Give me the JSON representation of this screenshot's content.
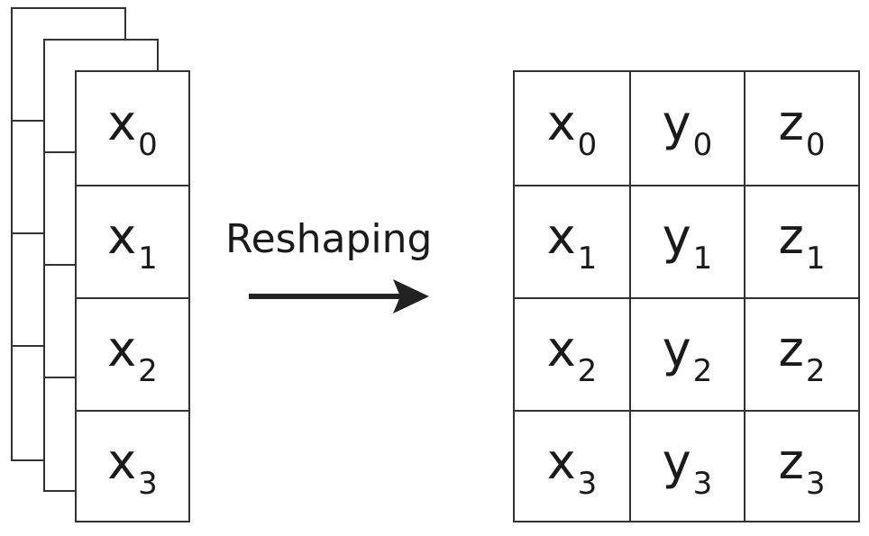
{
  "input_stack": {
    "cells": [
      {
        "var": "x",
        "sub": "0"
      },
      {
        "var": "x",
        "sub": "1"
      },
      {
        "var": "x",
        "sub": "2"
      },
      {
        "var": "x",
        "sub": "3"
      }
    ]
  },
  "operation": {
    "label": "Reshaping"
  },
  "output_grid": {
    "rows": [
      [
        {
          "var": "x",
          "sub": "0"
        },
        {
          "var": "y",
          "sub": "0"
        },
        {
          "var": "z",
          "sub": "0"
        }
      ],
      [
        {
          "var": "x",
          "sub": "1"
        },
        {
          "var": "y",
          "sub": "1"
        },
        {
          "var": "z",
          "sub": "1"
        }
      ],
      [
        {
          "var": "x",
          "sub": "2"
        },
        {
          "var": "y",
          "sub": "2"
        },
        {
          "var": "z",
          "sub": "2"
        }
      ],
      [
        {
          "var": "x",
          "sub": "3"
        },
        {
          "var": "y",
          "sub": "3"
        },
        {
          "var": "z",
          "sub": "3"
        }
      ]
    ]
  },
  "colors": {
    "line": "#333333",
    "text": "#1a1a1a",
    "arrow": "#222222",
    "background": "#ffffff"
  }
}
